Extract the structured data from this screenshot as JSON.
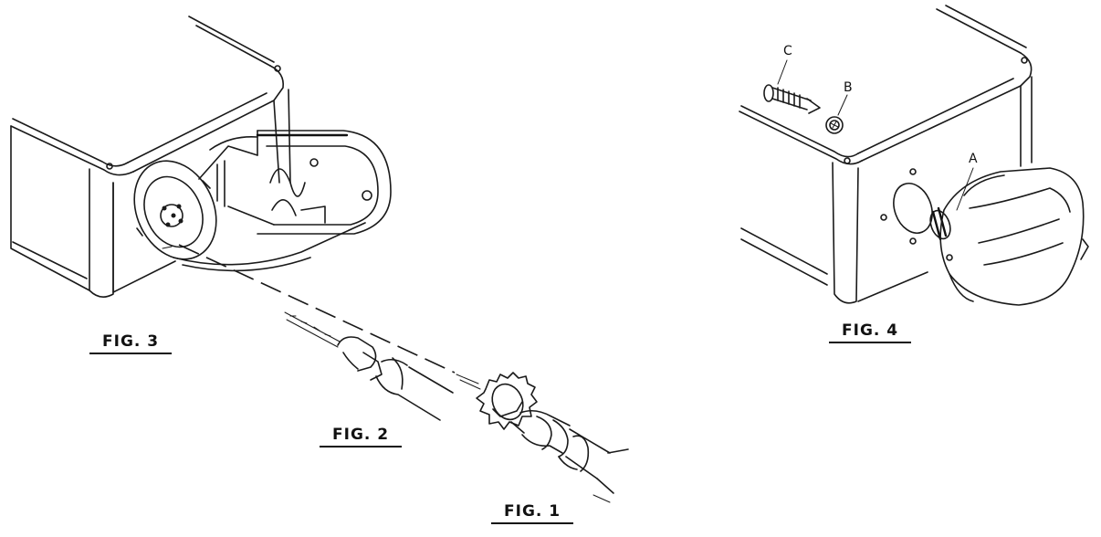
{
  "labels": {
    "fig1": "FIG. 1",
    "fig2": "FIG. 2",
    "fig3": "FIG. 3",
    "fig4": "FIG. 4",
    "part_a": "A",
    "part_b": "B",
    "part_c": "C"
  }
}
